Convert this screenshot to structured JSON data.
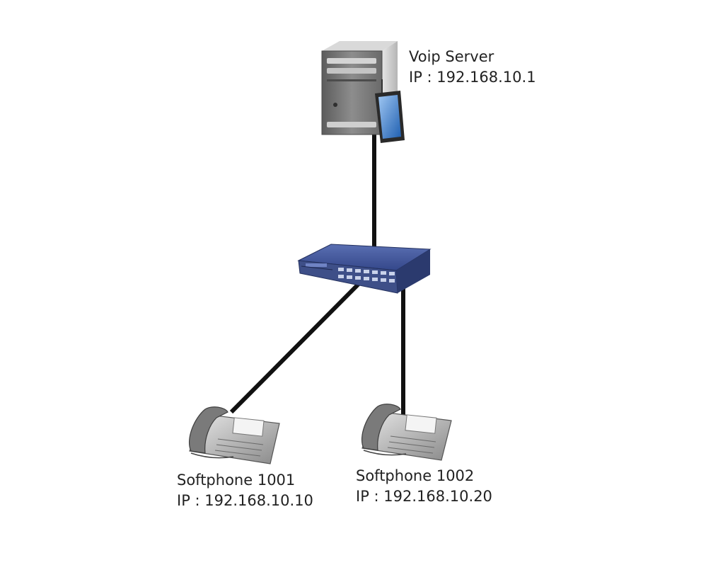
{
  "diagram": {
    "server": {
      "name": "Voip Server",
      "ip": "IP : 192.168.10.1"
    },
    "switch": {},
    "phones": [
      {
        "name": "Softphone 1001",
        "ip": "IP : 192.168.10.10"
      },
      {
        "name": "Softphone 1002",
        "ip": "IP : 192.168.10.20"
      }
    ]
  },
  "colors": {
    "link": "#111111",
    "switch_body": "#3b4f8f",
    "server_body": "#7a7a7a",
    "phone_body": "#9a9a9a"
  }
}
